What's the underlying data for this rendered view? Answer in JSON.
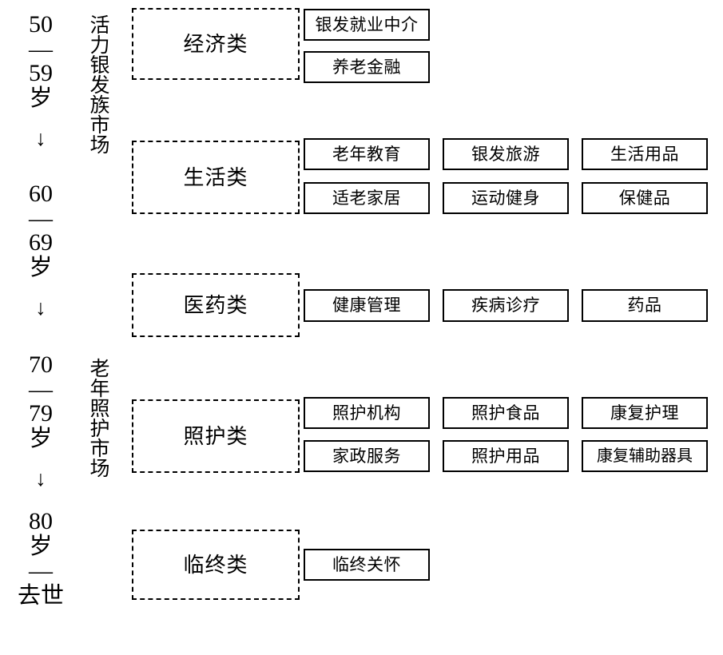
{
  "diagram": {
    "age_bands": [
      {
        "id": "band-50-59",
        "start": "50",
        "dash": "—",
        "end": "59",
        "unit": "岁",
        "arrow": "↓"
      },
      {
        "id": "band-60-69",
        "start": "60",
        "dash": "—",
        "end": "69",
        "unit": "岁",
        "arrow": "↓"
      },
      {
        "id": "band-70-79",
        "start": "70",
        "dash": "—",
        "end": "79",
        "unit": "岁",
        "arrow": "↓"
      },
      {
        "id": "band-80-death",
        "start": "80",
        "unit": "岁",
        "dash": "—",
        "end": "去世"
      }
    ],
    "markets": [
      {
        "id": "market-vitality",
        "label": "活力银发族市场"
      },
      {
        "id": "market-eldercare",
        "label": "老年照护市场"
      }
    ],
    "categories": [
      {
        "id": "category-economic",
        "label": "经济类",
        "items": [
          {
            "label": "银发就业中介"
          },
          {
            "label": "养老金融"
          }
        ]
      },
      {
        "id": "category-life",
        "label": "生活类",
        "items": [
          {
            "label": "老年教育"
          },
          {
            "label": "银发旅游"
          },
          {
            "label": "生活用品"
          },
          {
            "label": "适老家居"
          },
          {
            "label": "运动健身"
          },
          {
            "label": "保健品"
          }
        ]
      },
      {
        "id": "category-medical",
        "label": "医药类",
        "items": [
          {
            "label": "健康管理"
          },
          {
            "label": "疾病诊疗"
          },
          {
            "label": "药品"
          }
        ]
      },
      {
        "id": "category-care",
        "label": "照护类",
        "items": [
          {
            "label": "照护机构"
          },
          {
            "label": "照护食品"
          },
          {
            "label": "康复护理"
          },
          {
            "label": "家政服务"
          },
          {
            "label": "照护用品"
          },
          {
            "label": "康复辅助器具"
          }
        ]
      },
      {
        "id": "category-endoflife",
        "label": "临终类",
        "items": [
          {
            "label": "临终关怀"
          }
        ]
      }
    ],
    "colors": {
      "line": "#000000",
      "background": "#ffffff",
      "text": "#000000"
    }
  }
}
